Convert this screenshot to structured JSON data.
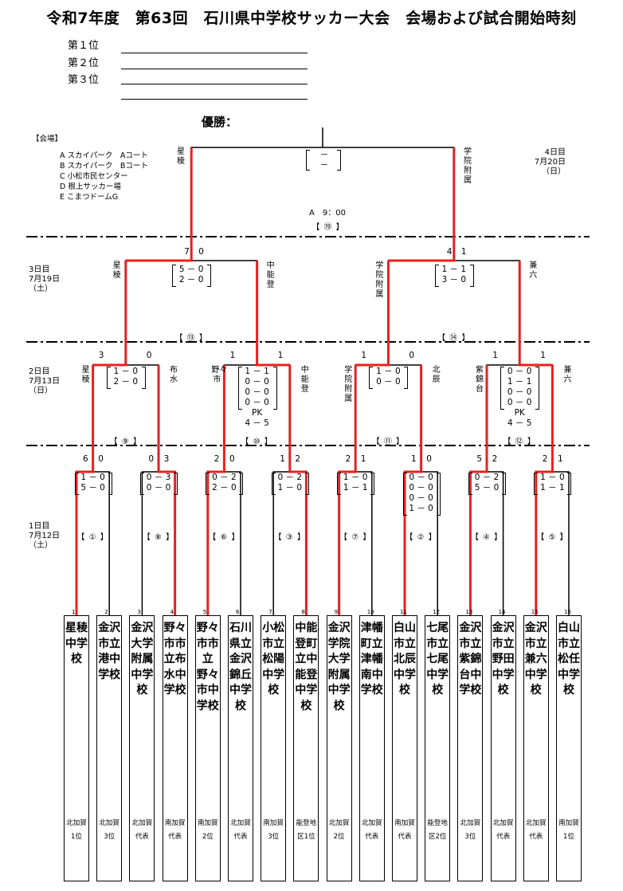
{
  "title": "令和7年度　第63回　石川県中学校サッカー大会　会場および試合開始時刻",
  "ranks": [
    "第１位",
    "第２位",
    "第３位"
  ],
  "champion_label": "優勝：",
  "venues": {
    "heading": "【会場】",
    "lines": [
      "A スカイパーク　Aコート",
      "B スカイパーク　Bコート",
      "C 小松市民センター",
      "D 根上サッカー場",
      "E こまつドームG"
    ]
  },
  "days": {
    "day4": "4日目\n7月20日\n（日）",
    "day3": "3日目\n7月19日\n（土）",
    "day2": "2日目\n7月13日\n（日）",
    "day1": "1日目\n7月12日\n（土）"
  },
  "final": {
    "left": "星稜",
    "right": "学院附属",
    "score": "－\n－",
    "time": "A　9：00",
    "label": "【 ⑲ 】"
  },
  "semis": [
    {
      "left": "星稜",
      "right": "中能登",
      "ls": "7",
      "rs": "0",
      "score": "5 － 0\n2 － 0",
      "label": "【 ⑬ 】"
    },
    {
      "left": "学院附属",
      "right": "兼六",
      "ls": "4",
      "rs": "1",
      "score": "1 － 1\n3 － 0",
      "label": "【 ⑭ 】"
    }
  ],
  "quarters": [
    {
      "left": "星稜",
      "right": "布水",
      "ls": "3",
      "rs": "0",
      "score": "1 － 0\n2 － 0",
      "label": "【 ⑨ 】"
    },
    {
      "left": "野々市",
      "right": "中能登",
      "ls": "1",
      "rs": "1",
      "score": "1 － 1\n0 － 0\n0 － 0\n0 － 0\nPK\n4 － 5",
      "label": "【 ⑩ 】"
    },
    {
      "left": "学院附属",
      "right": "北辰",
      "ls": "1",
      "rs": "0",
      "score": "1 － 0\n0 － 0",
      "label": "【 ⑪ 】"
    },
    {
      "left": "紫錦台",
      "right": "兼六",
      "ls": "1",
      "rs": "1",
      "score": "0 － 0\n1 － 1\n0 － 0\n0 － 0\nPK\n4 － 5",
      "label": "【 ⑫ 】"
    }
  ],
  "r1": [
    {
      "ls": "6",
      "rs": "0",
      "score": "1 － 0\n5 － 0",
      "label": "【 ① 】"
    },
    {
      "ls": "0",
      "rs": "3",
      "score": "0 － 3\n0 － 0",
      "label": "【 ⑧ 】"
    },
    {
      "ls": "2",
      "rs": "0",
      "score": "0 － 2\n2 － 0",
      "label": "【 ⑥ 】"
    },
    {
      "ls": "1",
      "rs": "2",
      "score": "0 － 2\n1 － 0",
      "label": "【 ③ 】"
    },
    {
      "ls": "2",
      "rs": "1",
      "score": "1 － 0\n1 － 1",
      "label": "【 ⑦ 】"
    },
    {
      "ls": "1",
      "rs": "0",
      "score": "0 － 0\n0 － 0\n0 － 0\n1 － 0",
      "label": "【 ② 】"
    },
    {
      "ls": "5",
      "rs": "2",
      "score": "0 － 2\n5 － 0",
      "label": "【 ④ 】"
    },
    {
      "ls": "2",
      "rs": "1",
      "score": "1 － 0\n1 － 1",
      "label": "【 ⑤ 】"
    }
  ],
  "teams": [
    {
      "num": "1",
      "name": "星稜中学校",
      "region": "北加賀1位"
    },
    {
      "num": "2",
      "name": "金沢市立港中学校",
      "region": "北加賀3位"
    },
    {
      "num": "3",
      "name": "金沢大学附属中学校",
      "region": "北加賀代表"
    },
    {
      "num": "4",
      "name": "野々市市立布水中学校",
      "region": "南加賀代表"
    },
    {
      "num": "5",
      "name": "野々市市立野々市中学校",
      "region": "南加賀2位"
    },
    {
      "num": "6",
      "name": "石川県立金沢錦丘中学校",
      "region": "北加賀代表"
    },
    {
      "num": "7",
      "name": "小松市立松陽中学校",
      "region": "南加賀3位"
    },
    {
      "num": "8",
      "name": "中能登町立中能登中学校",
      "region": "能登地区1位"
    },
    {
      "num": "9",
      "name": "金沢学院大学附属中学校",
      "region": "北加賀2位"
    },
    {
      "num": "10",
      "name": "津幡町立津幡南中学校",
      "region": "北加賀代表"
    },
    {
      "num": "11",
      "name": "白山市立北辰中学校",
      "region": "南加賀代表"
    },
    {
      "num": "12",
      "name": "七尾市立七尾中学校",
      "region": "能登地区2位"
    },
    {
      "num": "13",
      "name": "金沢市立紫錦台中学校",
      "region": "北加賀3位"
    },
    {
      "num": "14",
      "name": "金沢市立野田中学校",
      "region": "北加賀代表"
    },
    {
      "num": "15",
      "name": "金沢市立兼六中学校",
      "region": "北加賀代表"
    },
    {
      "num": "16",
      "name": "白山市立松任中学校",
      "region": "南加賀1位"
    }
  ],
  "colors": {
    "winner_line": "#e8201f",
    "line": "#000000"
  }
}
